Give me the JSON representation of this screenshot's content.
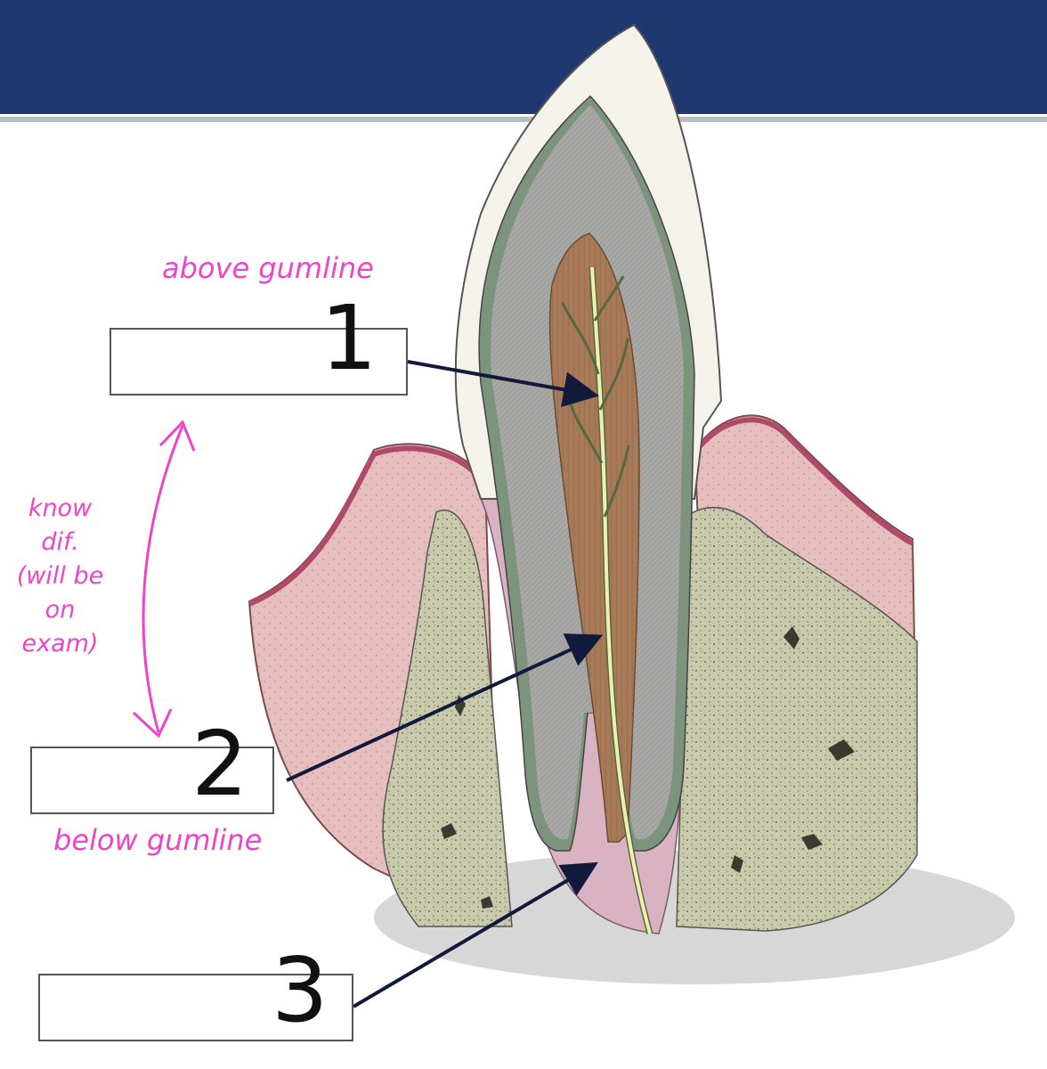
{
  "labels": [
    {
      "number": "1",
      "answer": ""
    },
    {
      "number": "2",
      "answer": ""
    },
    {
      "number": "3",
      "answer": ""
    }
  ],
  "annotations": {
    "above": "above gumline",
    "below": "below gumline",
    "know_lines": [
      "know",
      "dif.",
      "(will be",
      "on",
      "exam)"
    ]
  },
  "colors": {
    "header": "#1f3870",
    "annotation": "#ee44c8",
    "enamel": "#f4f2ea",
    "dentin": "#a8a8a6",
    "pulp": "#a87a58",
    "gum": "#e6bebe",
    "bone": "#c9c9ac",
    "arrow": "#111a3a"
  }
}
